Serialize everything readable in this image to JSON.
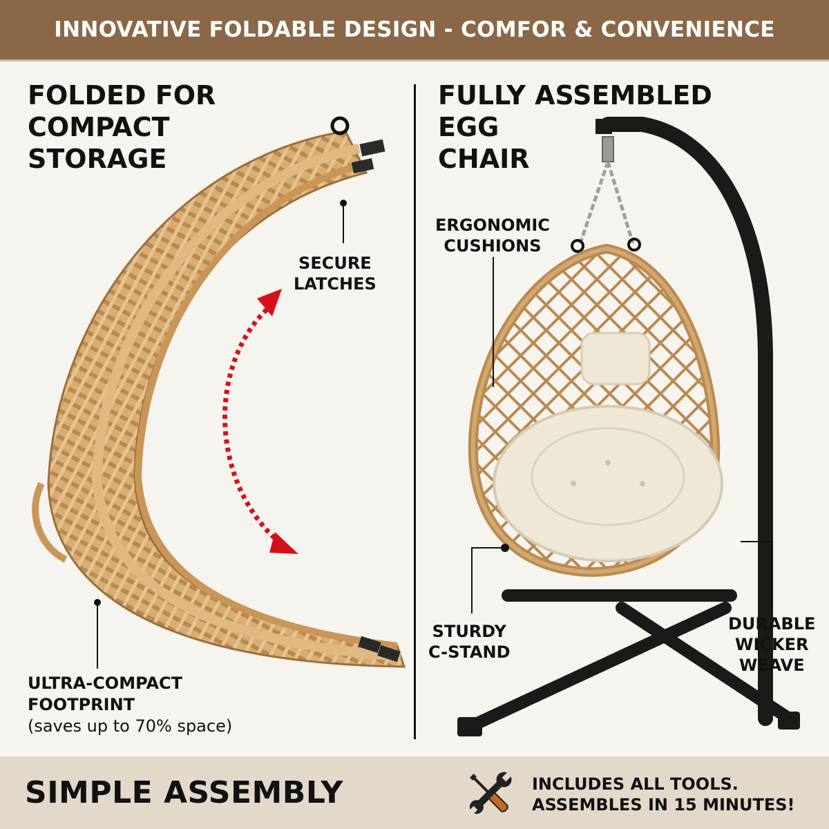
{
  "banner": {
    "title": "INNOVATIVE FOLDABLE DESIGN - COMFOR & CONVENIENCE"
  },
  "folded": {
    "heading": [
      "FOLDED FOR",
      "COMPACT",
      "STORAGE"
    ],
    "latches_label": [
      "SECURE",
      "LATCHES"
    ],
    "footprint_label": "ULTRA-COMPACT",
    "footprint_label_2": "FOOTPRINT",
    "footprint_note": "(saves up to 70% space)"
  },
  "assembled": {
    "heading": [
      "FULLY ASSEMBLED",
      "EGG",
      "CHAIR"
    ],
    "cushions_label": [
      "ERGONOMIC",
      "CUSHIONS"
    ],
    "stand_label": [
      "STURDY",
      "C-STAND"
    ],
    "weave_label": [
      "DURABLE",
      "WICKER",
      "WEAVE"
    ]
  },
  "footer": {
    "title": "SIMPLE ASSEMBLY",
    "note": [
      "INCLUDES ALL TOOLS.",
      "ASSEMBLES IN 15 MINUTES!"
    ],
    "icon": "wrench-screwdriver-icon"
  },
  "colors": {
    "banner": "#8a6847",
    "footer": "#e3d9cb",
    "wicker": "#c9995f",
    "arrow": "#d6101a",
    "stand": "#1a1a1a",
    "cushion": "#efe8d6"
  }
}
